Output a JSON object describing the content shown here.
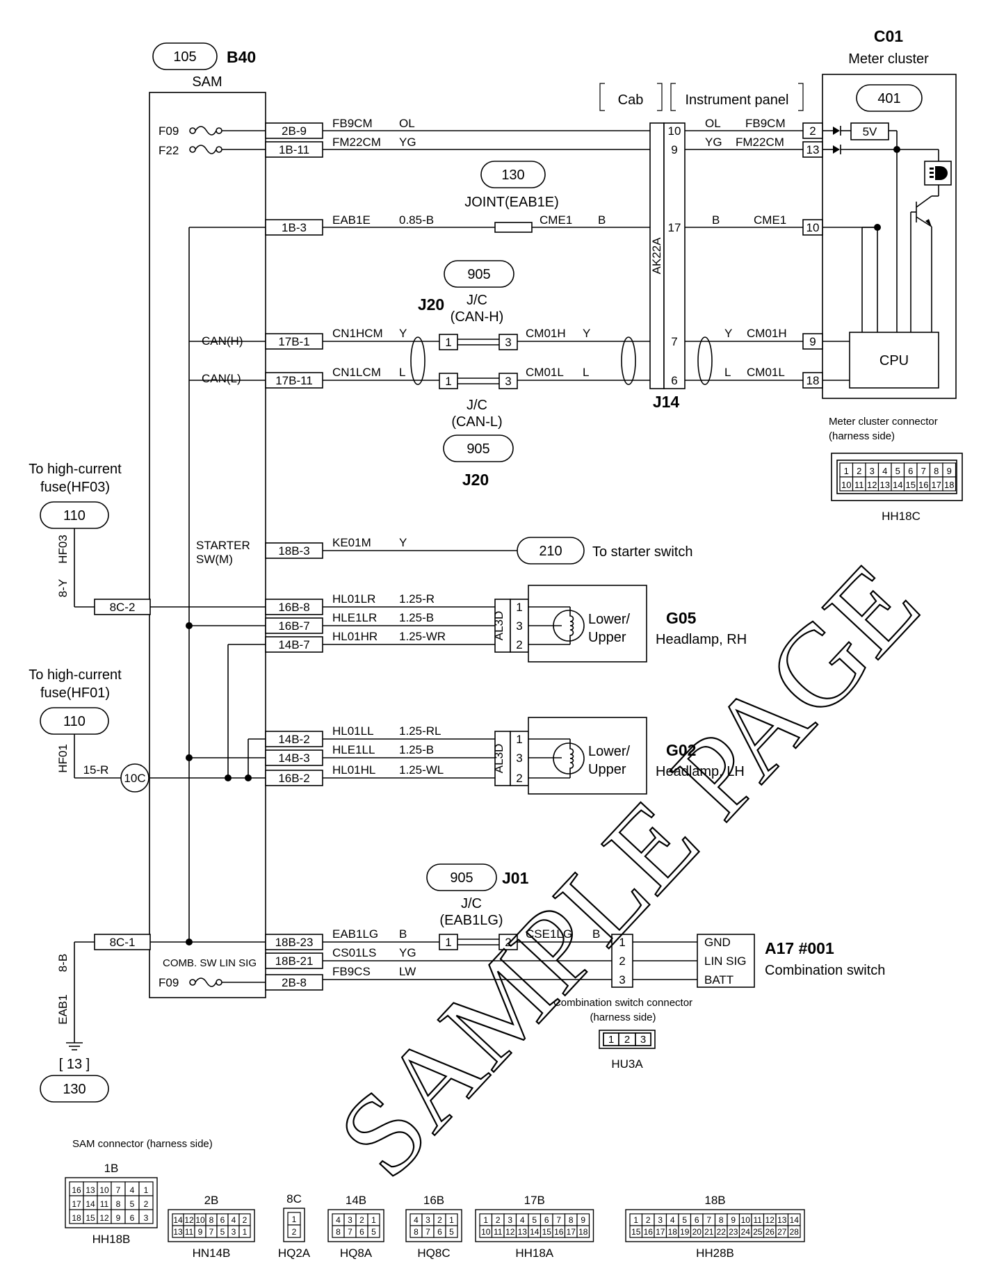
{
  "sam": {
    "code": "105",
    "id": "B40",
    "name": "SAM"
  },
  "meter": {
    "id": "C01",
    "name": "Meter cluster",
    "code": "401",
    "regulator": "5V",
    "cpu": "CPU"
  },
  "panel_labels": {
    "cab": "Cab",
    "instrument_panel": "Instrument panel"
  },
  "fuses": {
    "f09": "F09",
    "f22": "F22",
    "f09_comb": "F09"
  },
  "sam_labels": {
    "can_h": "CAN(H)",
    "can_l": "CAN(L)",
    "starter": "STARTER",
    "starter_sw": "SW(M)",
    "comb_sw": "COMB. SW LIN SIG"
  },
  "sam_pins": [
    "2B-9",
    "1B-11",
    "1B-3",
    "17B-1",
    "17B-11",
    "18B-3",
    "16B-8",
    "16B-7",
    "14B-7",
    "14B-2",
    "14B-3",
    "16B-2",
    "18B-23",
    "18B-21",
    "2B-8"
  ],
  "wires": {
    "fb9cm": "FB9CM",
    "ol": "OL",
    "fm22cm": "FM22CM",
    "yg": "YG",
    "eab1e": "EAB1E",
    "eab1e_size": "0.85-B",
    "cme1": "CME1",
    "b": "B",
    "cn1hcm": "CN1HCM",
    "y": "Y",
    "cm01h": "CM01H",
    "cn1lcm": "CN1LCM",
    "l": "L",
    "cm01l": "CM01L",
    "ke01m": "KE01M",
    "hl01lr": "HL01LR",
    "hl01lr_size": "1.25-R",
    "hle1lr": "HLE1LR",
    "hle1lr_size": "1.25-B",
    "hl01hr": "HL01HR",
    "hl01hr_size": "1.25-WR",
    "hl01ll": "HL01LL",
    "hl01ll_size": "1.25-RL",
    "hle1ll": "HLE1LL",
    "hle1ll_size": "1.25-B",
    "hl01hl": "HL01HL",
    "hl01hl_size": "1.25-WL",
    "eab1lg": "EAB1LG",
    "cs01ls": "CS01LS",
    "fb9cs": "FB9CS",
    "lw": "LW",
    "cse1lg": "CSE1LG"
  },
  "joint": {
    "code": "130",
    "name": "JOINT(EAB1E)"
  },
  "j14": {
    "id": "J14",
    "connector": "AK22A",
    "pins": [
      "10",
      "9",
      "17",
      "7",
      "6"
    ]
  },
  "meter_pins": [
    "2",
    "13",
    "10",
    "9",
    "18"
  ],
  "jc_h": {
    "code": "905",
    "id": "J20",
    "label": "J/C",
    "sub": "(CAN-H)",
    "pin1": "1",
    "pin3": "3"
  },
  "jc_l": {
    "code": "905",
    "id": "J20",
    "label": "J/C",
    "sub": "(CAN-L)",
    "pin1": "1",
    "pin3": "3"
  },
  "jc_j01": {
    "code": "905",
    "id": "J01",
    "label": "J/C",
    "sub": "(EAB1LG)",
    "pin1": "1",
    "pin2": "2"
  },
  "meter_connector": {
    "title": "Meter cluster connector",
    "subtitle": "(harness side)",
    "id": "HH18C",
    "row1": [
      "1",
      "2",
      "3",
      "4",
      "5",
      "6",
      "7",
      "8",
      "9"
    ],
    "row2": [
      "10",
      "11",
      "12",
      "13",
      "14",
      "15",
      "16",
      "17",
      "18"
    ]
  },
  "hf03": {
    "to": "To high-current",
    "fuse": "fuse(HF03)",
    "code": "110",
    "wire": "HF03",
    "size": "8-Y",
    "pin": "8C-2"
  },
  "hf01": {
    "to": "To high-current",
    "fuse": "fuse(HF01)",
    "code": "110",
    "wire": "HF01",
    "size": "15-R",
    "pin": "10C"
  },
  "starter_dest": {
    "code": "210",
    "label": "To starter switch"
  },
  "g05": {
    "id": "G05",
    "name": "Headlamp, RH",
    "conn": "AL3D",
    "lamp1": "Lower/",
    "lamp2": "Upper",
    "pins": [
      "1",
      "3",
      "2"
    ]
  },
  "g02": {
    "id": "G02",
    "name": "Headlamp, LH",
    "conn": "AL3D",
    "lamp1": "Lower/",
    "lamp2": "Upper",
    "pins": [
      "1",
      "3",
      "2"
    ]
  },
  "ground": {
    "pin": "8C-1",
    "size": "8-B",
    "wire": "EAB1",
    "ref": "[ 13 ]",
    "code": "130"
  },
  "a17": {
    "id": "A17 #001",
    "name": "Combination switch",
    "pins": [
      "1",
      "2",
      "3"
    ],
    "signals": [
      "GND",
      "LIN SIG",
      "BATT"
    ]
  },
  "comb_connector": {
    "title": "Combination switch connector",
    "subtitle": "(harness side)",
    "id": "HU3A",
    "pins": [
      "1",
      "2",
      "3"
    ]
  },
  "sam_connectors": {
    "title": "SAM connector (harness side)",
    "items": [
      {
        "label": "1B",
        "id": "HH18B",
        "rows": [
          [
            "16",
            "13",
            "10",
            "7",
            "4",
            "1"
          ],
          [
            "17",
            "14",
            "11",
            "8",
            "5",
            "2"
          ],
          [
            "18",
            "15",
            "12",
            "9",
            "6",
            "3"
          ]
        ]
      },
      {
        "label": "2B",
        "id": "HN14B",
        "rows": [
          [
            "14",
            "12",
            "10",
            "8",
            "6",
            "4",
            "2"
          ],
          [
            "13",
            "11",
            "9",
            "7",
            "5",
            "3",
            "1"
          ]
        ]
      },
      {
        "label": "8C",
        "id": "HQ2A",
        "rows": [
          [
            "1"
          ],
          [
            "2"
          ]
        ]
      },
      {
        "label": "14B",
        "id": "HQ8A",
        "rows": [
          [
            "4",
            "3",
            "2",
            "1"
          ],
          [
            "8",
            "7",
            "6",
            "5"
          ]
        ]
      },
      {
        "label": "16B",
        "id": "HQ8C",
        "rows": [
          [
            "4",
            "3",
            "2",
            "1"
          ],
          [
            "8",
            "7",
            "6",
            "5"
          ]
        ]
      },
      {
        "label": "17B",
        "id": "HH18A",
        "rows": [
          [
            "1",
            "2",
            "3",
            "4",
            "5",
            "6",
            "7",
            "8",
            "9"
          ],
          [
            "10",
            "11",
            "12",
            "13",
            "14",
            "15",
            "16",
            "17",
            "18"
          ]
        ]
      },
      {
        "label": "18B",
        "id": "HH28B",
        "rows": [
          [
            "1",
            "2",
            "3",
            "4",
            "5",
            "6",
            "7",
            "8",
            "9",
            "10",
            "11",
            "12",
            "13",
            "14"
          ],
          [
            "15",
            "16",
            "17",
            "18",
            "19",
            "20",
            "21",
            "22",
            "23",
            "24",
            "25",
            "26",
            "27",
            "28"
          ]
        ]
      }
    ]
  },
  "watermark": "SAMPLE PAGE"
}
